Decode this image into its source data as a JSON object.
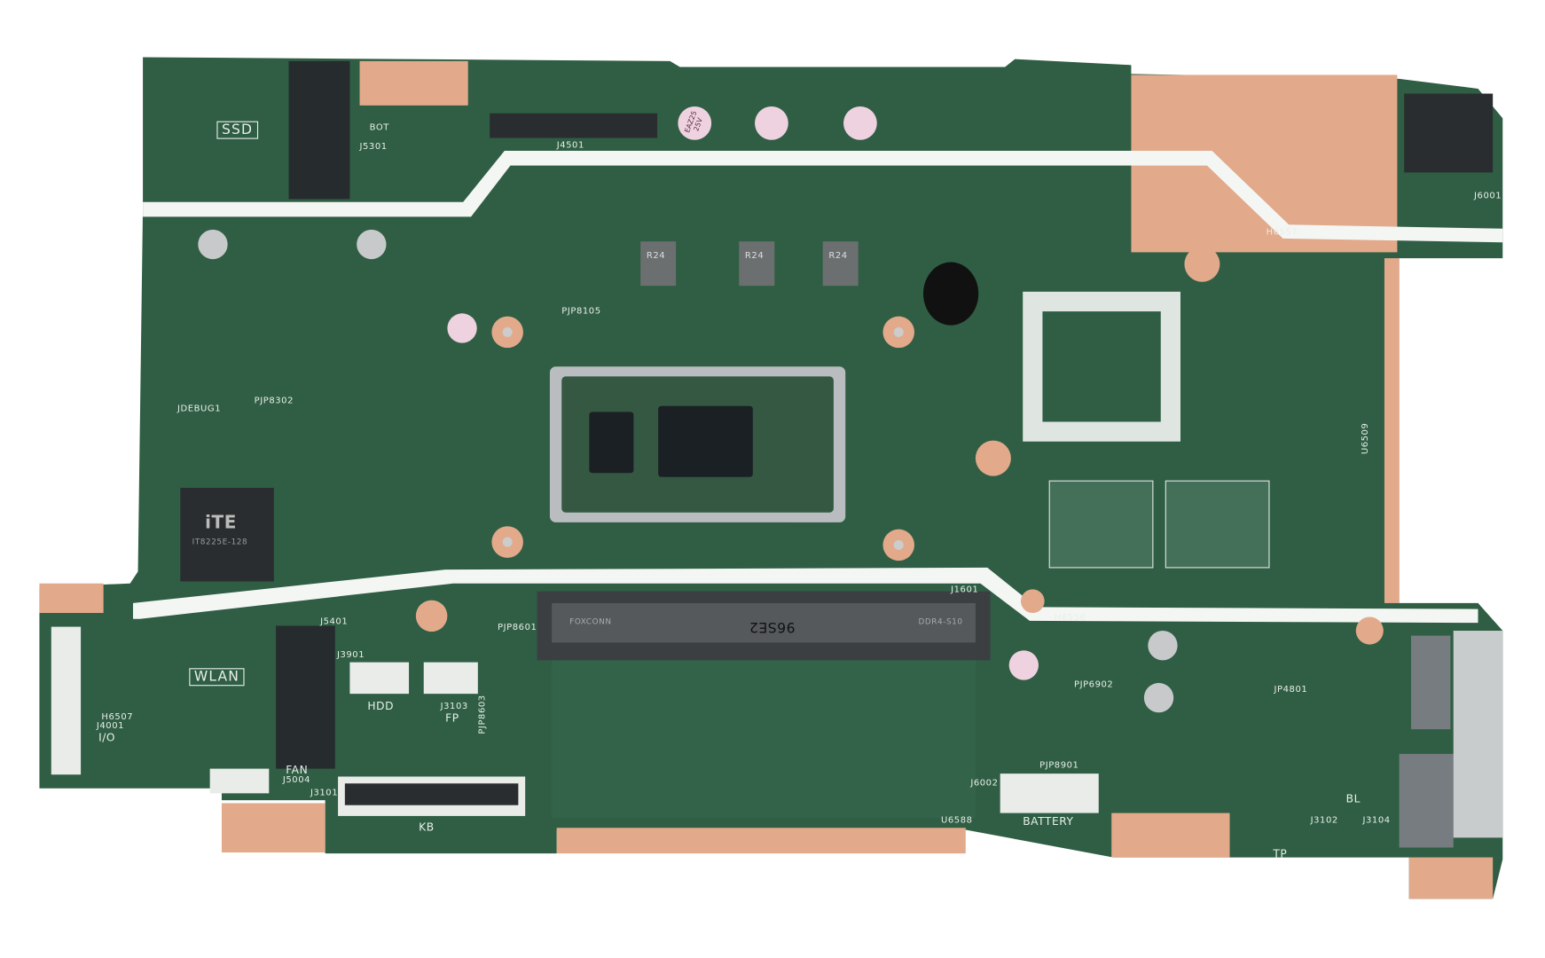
{
  "colors": {
    "pcb": "#2f5e44",
    "pcb_dark": "#244c36",
    "copper": "#e2a98a",
    "heatpipe": "#f4f6f4",
    "cpu_frame": "#b9bdbf",
    "die": "#1b2024"
  },
  "silkscreen": {
    "ssd": "SSD",
    "bot": "BOT",
    "j5301": "J5301",
    "j4501": "J4501",
    "jdebug": "JDEBUG1",
    "pjp8302": "PJP8302",
    "pjp8105": "PJP8105",
    "h6557": "H6557",
    "j6001": "J6001",
    "u6509": "U6509",
    "wlan": "WLAN",
    "hdd": "HDD",
    "fp": "FP",
    "fan": "FAN",
    "kb": "KB",
    "battery": "BATTERY",
    "tp": "TP",
    "bl": "BL",
    "io": "I/O",
    "j1601": "J1601",
    "h6556": "H6556",
    "j5401": "J5401",
    "j3901": "J3901",
    "j3103": "J3103",
    "pjp8601": "PJP8601",
    "pjp8603": "PJP8603",
    "h6507": "H6507",
    "j4001": "J4001",
    "j5004": "J5004",
    "j3101": "J3101",
    "u6588": "U6588",
    "j6002": "J6002",
    "pjp8901": "PJP8901",
    "pjp6902": "PJP6902",
    "jp4801": "JP4801",
    "j3102": "J3102",
    "j3104": "J3104"
  },
  "components": {
    "ram_slot_brand": "FOXCONN",
    "ram_slot_code": "96SE2",
    "ram_slot_type": "DDR4-S10",
    "ec_chip_brand": "iTE",
    "ec_chip_model": "IT8225E-128",
    "inductor_label": "R24",
    "cap_label": "EAZ25 25V"
  }
}
